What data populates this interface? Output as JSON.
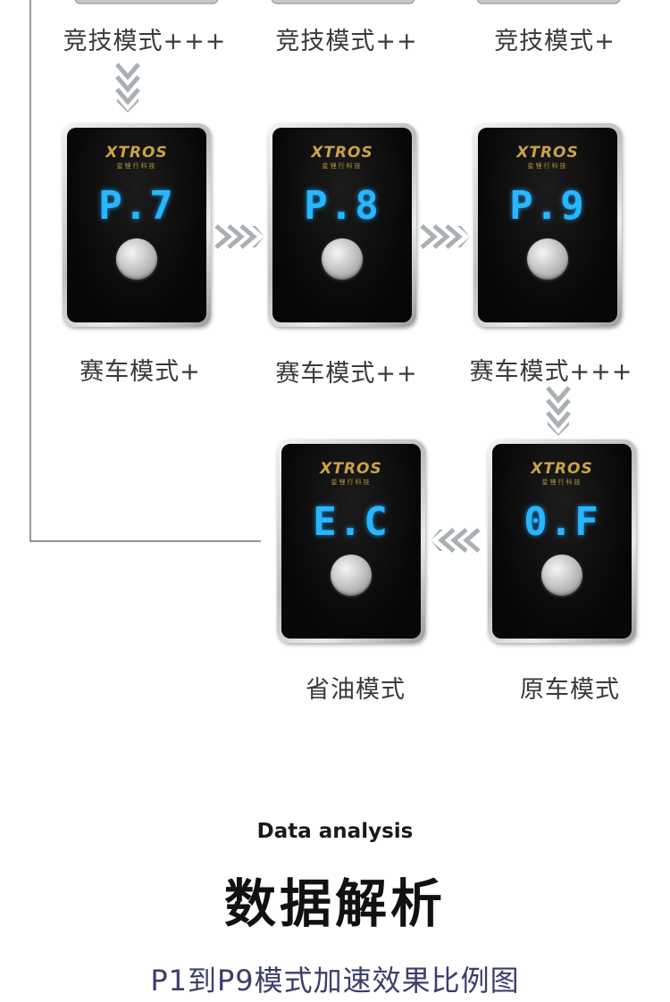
{
  "brand": {
    "name": "XTROS",
    "subtitle": "星锂行科技"
  },
  "top_row_labels": [
    "竞技模式+++",
    "竞技模式++",
    "竞技模式+"
  ],
  "devices": [
    {
      "screen": "P.7",
      "label": "赛车模式+"
    },
    {
      "screen": "P.8",
      "label": "赛车模式++"
    },
    {
      "screen": "P.9",
      "label": "赛车模式+++"
    },
    {
      "screen": "E.C",
      "label": "省油模式"
    },
    {
      "screen": "0.F",
      "label": "原车模式"
    }
  ],
  "section": {
    "title_en": "Data analysis",
    "title_cn": "数据解析",
    "subtitle": "P1到P9模式加速效果比例图"
  },
  "colors": {
    "screen_text": "#27b6ff",
    "brand_gold": "#c9a24a",
    "arrow": "#a9b0b4",
    "subtitle": "#3b3e6b"
  }
}
